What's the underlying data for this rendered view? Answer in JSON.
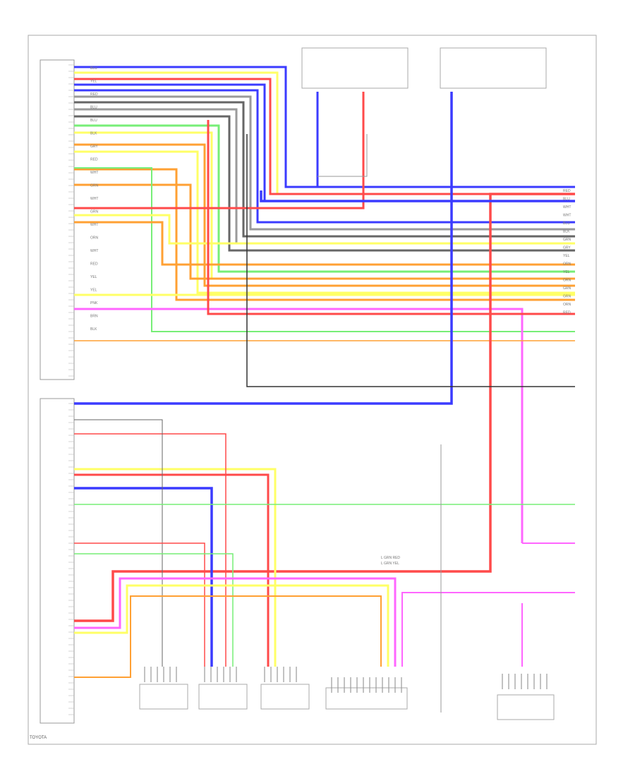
{
  "diagram": {
    "wire_colors": {
      "blue": "#3b3bff",
      "red": "#ff4a4a",
      "yellow": "#ffff66",
      "orange": "#ffa033",
      "green": "#77ee77",
      "pink": "#ff66ff",
      "gray": "#9a9a9a",
      "dark_gray": "#666666",
      "black": "#333333",
      "frame": "#aaaaaa"
    },
    "left_wire_codes": [
      "BLU",
      "YEL",
      "RED",
      "BLU",
      "BLU",
      "BLK",
      "GRY",
      "RED",
      "WHT",
      "GRN",
      "WHT",
      "GRN",
      "WHT",
      "ORN",
      "WHT",
      "RED",
      "YEL",
      "YEL",
      "PNK",
      "BRN",
      "BLK"
    ],
    "right_wire_codes": [
      "RED",
      "BLU",
      "WHT",
      "WHT",
      "BLU",
      "BLK",
      "GRN",
      "GRY",
      "YEL",
      "ORN",
      "YEL",
      "ORN",
      "GRN",
      "GRN",
      "ORN",
      "RED"
    ],
    "legend_lines": [
      "L GRN RED",
      "L GRN YEL"
    ],
    "corner_label": "TOYOTA"
  }
}
